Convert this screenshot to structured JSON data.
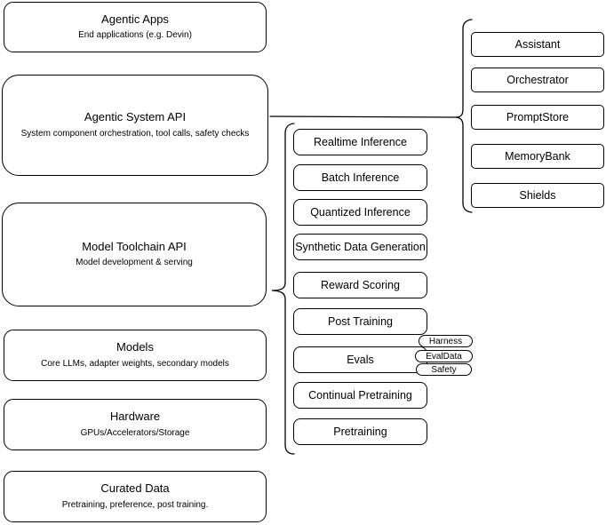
{
  "colors": {
    "stroke": "#000000",
    "background": "#ffffff",
    "text": "#000000"
  },
  "left_stack": [
    {
      "title": "Agentic Apps",
      "subtitle": "End applications (e.g. Devin)"
    },
    {
      "title": "Agentic System API",
      "subtitle": "System component orchestration, tool calls, safety checks"
    },
    {
      "title": "Model Toolchain API",
      "subtitle": "Model development & serving"
    },
    {
      "title": "Models",
      "subtitle": "Core LLMs, adapter weights, secondary models"
    },
    {
      "title": "Hardware",
      "subtitle": "GPUs/Accelerators/Storage"
    },
    {
      "title": "Curated Data",
      "subtitle": "Pretraining, preference, post training."
    }
  ],
  "toolchain": {
    "items": [
      "Realtime Inference",
      "Batch Inference",
      "Quantized Inference",
      "Synthetic Data Generation",
      "Reward Scoring",
      "Post Training",
      "Evals",
      "Continual Pretraining",
      "Pretraining"
    ]
  },
  "eval_tags": [
    "Harness",
    "EvalData",
    "Safety"
  ],
  "components": {
    "items": [
      "Assistant",
      "Orchestrator",
      "PromptStore",
      "MemoryBank",
      "Shields"
    ]
  }
}
